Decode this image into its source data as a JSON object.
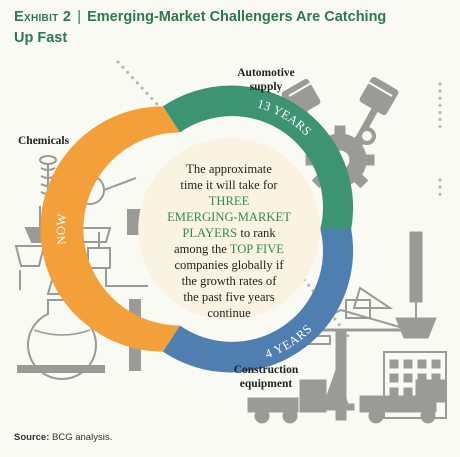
{
  "header": {
    "exhibit": "Exhibit 2",
    "separator": "|",
    "title_line1": "Emerging-Market Challengers Are Catching",
    "title_line2": "Up Fast"
  },
  "center": {
    "line1": "The approximate",
    "line2": "time it will take for",
    "line3": "THREE",
    "line4": "EMERGING-MARKET",
    "line5a": "PLAYERS",
    "line5b": "to rank",
    "line6a": "among the",
    "line6b": "TOP FIVE",
    "line7": "companies globally if",
    "line8": "the growth rates of",
    "line9": "the past five years",
    "line10": "continue"
  },
  "segments": {
    "automotive": {
      "label_line1": "Automotive",
      "label_line2": "supply",
      "years": "13 YEARS",
      "color": "#3c9472"
    },
    "construction": {
      "label_line1": "Construction",
      "label_line2": "equipment",
      "years": "4 YEARS",
      "color": "#4f7fb0"
    },
    "chemicals": {
      "label": "Chemicals",
      "years": "NOW",
      "color": "#f3a03b"
    }
  },
  "colors": {
    "green_accent": "#2c7a4b",
    "center_fill": "#fbf3e1",
    "icon_grey": "#9a9a96"
  },
  "icons": [
    "chemistry-glassware-icon",
    "engine-gear-icon",
    "construction-crane-icon"
  ],
  "source": {
    "label": "Source:",
    "text": "BCG analysis."
  }
}
